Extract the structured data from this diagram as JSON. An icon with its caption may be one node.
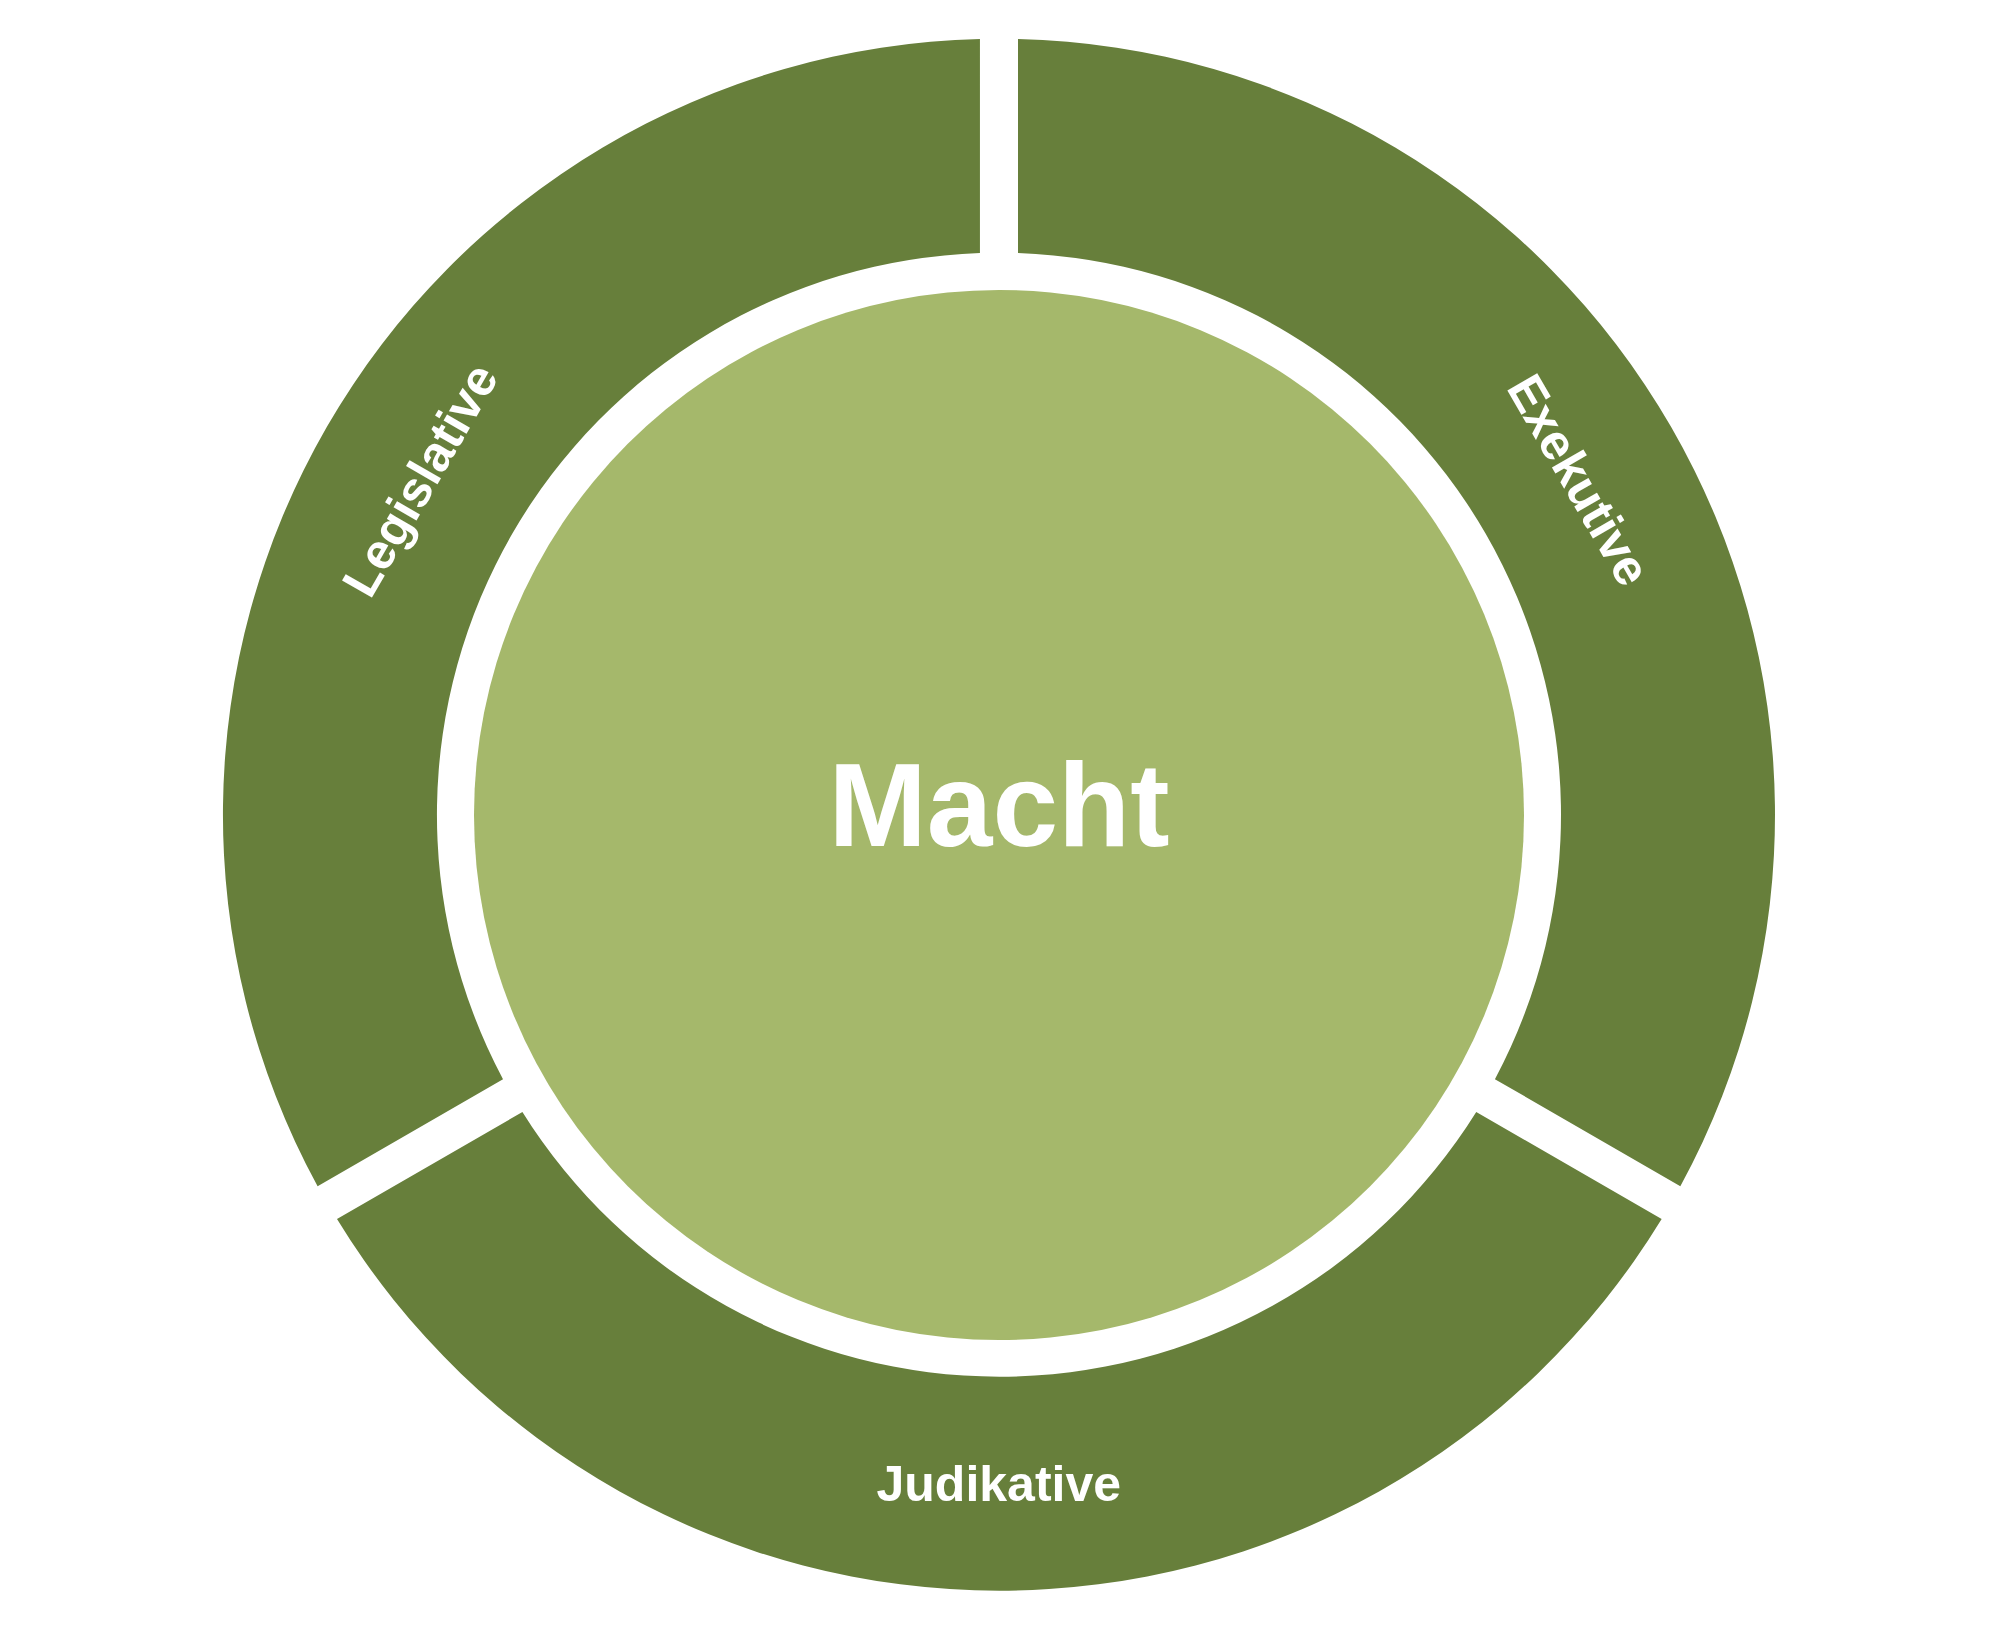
{
  "diagram": {
    "nodes": [
      {
        "text": [
          "Macht"
        ]
      },
      {
        "text": [
          "Legislative"
        ]
      },
      {
        "text": [
          "Exekutive"
        ]
      },
      {
        "text": [
          "Judikative"
        ]
      }
    ]
  }
}
